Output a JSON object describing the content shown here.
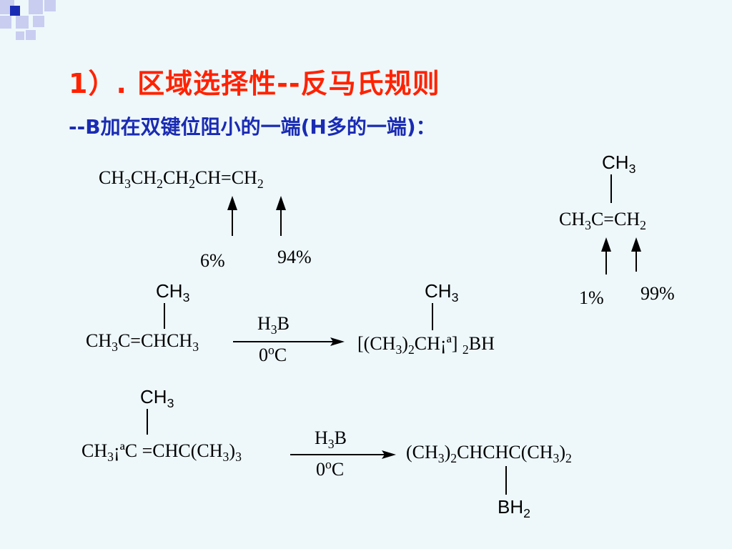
{
  "colors": {
    "title": "#ff2200",
    "subtitle": "#1a2bb3",
    "background": "#eef8fb",
    "corner_dark": "#1a2bb3",
    "corner_light": "#c9cdf0"
  },
  "slide": {
    "title": "1）. 区域选择性--反马氏规则",
    "subtitle": "--B加在双键位阻小的一端(H多的一端)："
  },
  "ex1": {
    "p1": "CH",
    "s1": "3",
    "p2": "CH",
    "s2": "2",
    "p3": "CH",
    "s3": "2",
    "p4": "CH=CH",
    "s4": "2",
    "pct_left": "6%",
    "pct_right": "94%"
  },
  "ex2": {
    "branch": "CH",
    "branch_sub": "3",
    "p1": "CH",
    "s1": "3",
    "p2": "C=CH",
    "s2": "2",
    "pct_left": "1%",
    "pct_right": "99%"
  },
  "rxn1": {
    "branch": "CH",
    "branch_sub": "3",
    "r1": "CH",
    "r1s": "3",
    "r2": "C=CHCH",
    "r2s": "3",
    "reagent": "H",
    "reagent_sub": "3",
    "reagent_tail": "B",
    "cond": "0",
    "cond_sup": "o",
    "cond_tail": "C",
    "prod_branch": "CH",
    "prod_branch_sub": "3",
    "p1": "[(CH",
    "p1s": "3",
    "p2": ")",
    "p2s": "2",
    "p3": "CH¡ª]",
    "p4": "2",
    "p5": "BH"
  },
  "rxn2": {
    "branch": "CH",
    "branch_sub": "3",
    "r1": "CH",
    "r1s": "3",
    "r2": "¡ªC  =CHC(CH",
    "r2s": "3",
    "r3": ")",
    "r3s": "3",
    "reagent": "H",
    "reagent_sub": "3",
    "reagent_tail": "B",
    "cond": "0",
    "cond_sup": "o",
    "cond_tail": "C",
    "p1": "(CH",
    "p1s": "3",
    "p2": ")",
    "p2s": "2",
    "p3": "CHCHC(CH",
    "p3s": "3",
    "p4": ")",
    "p4s": "2",
    "prod_branch": "BH",
    "prod_branch_sub": "2"
  }
}
